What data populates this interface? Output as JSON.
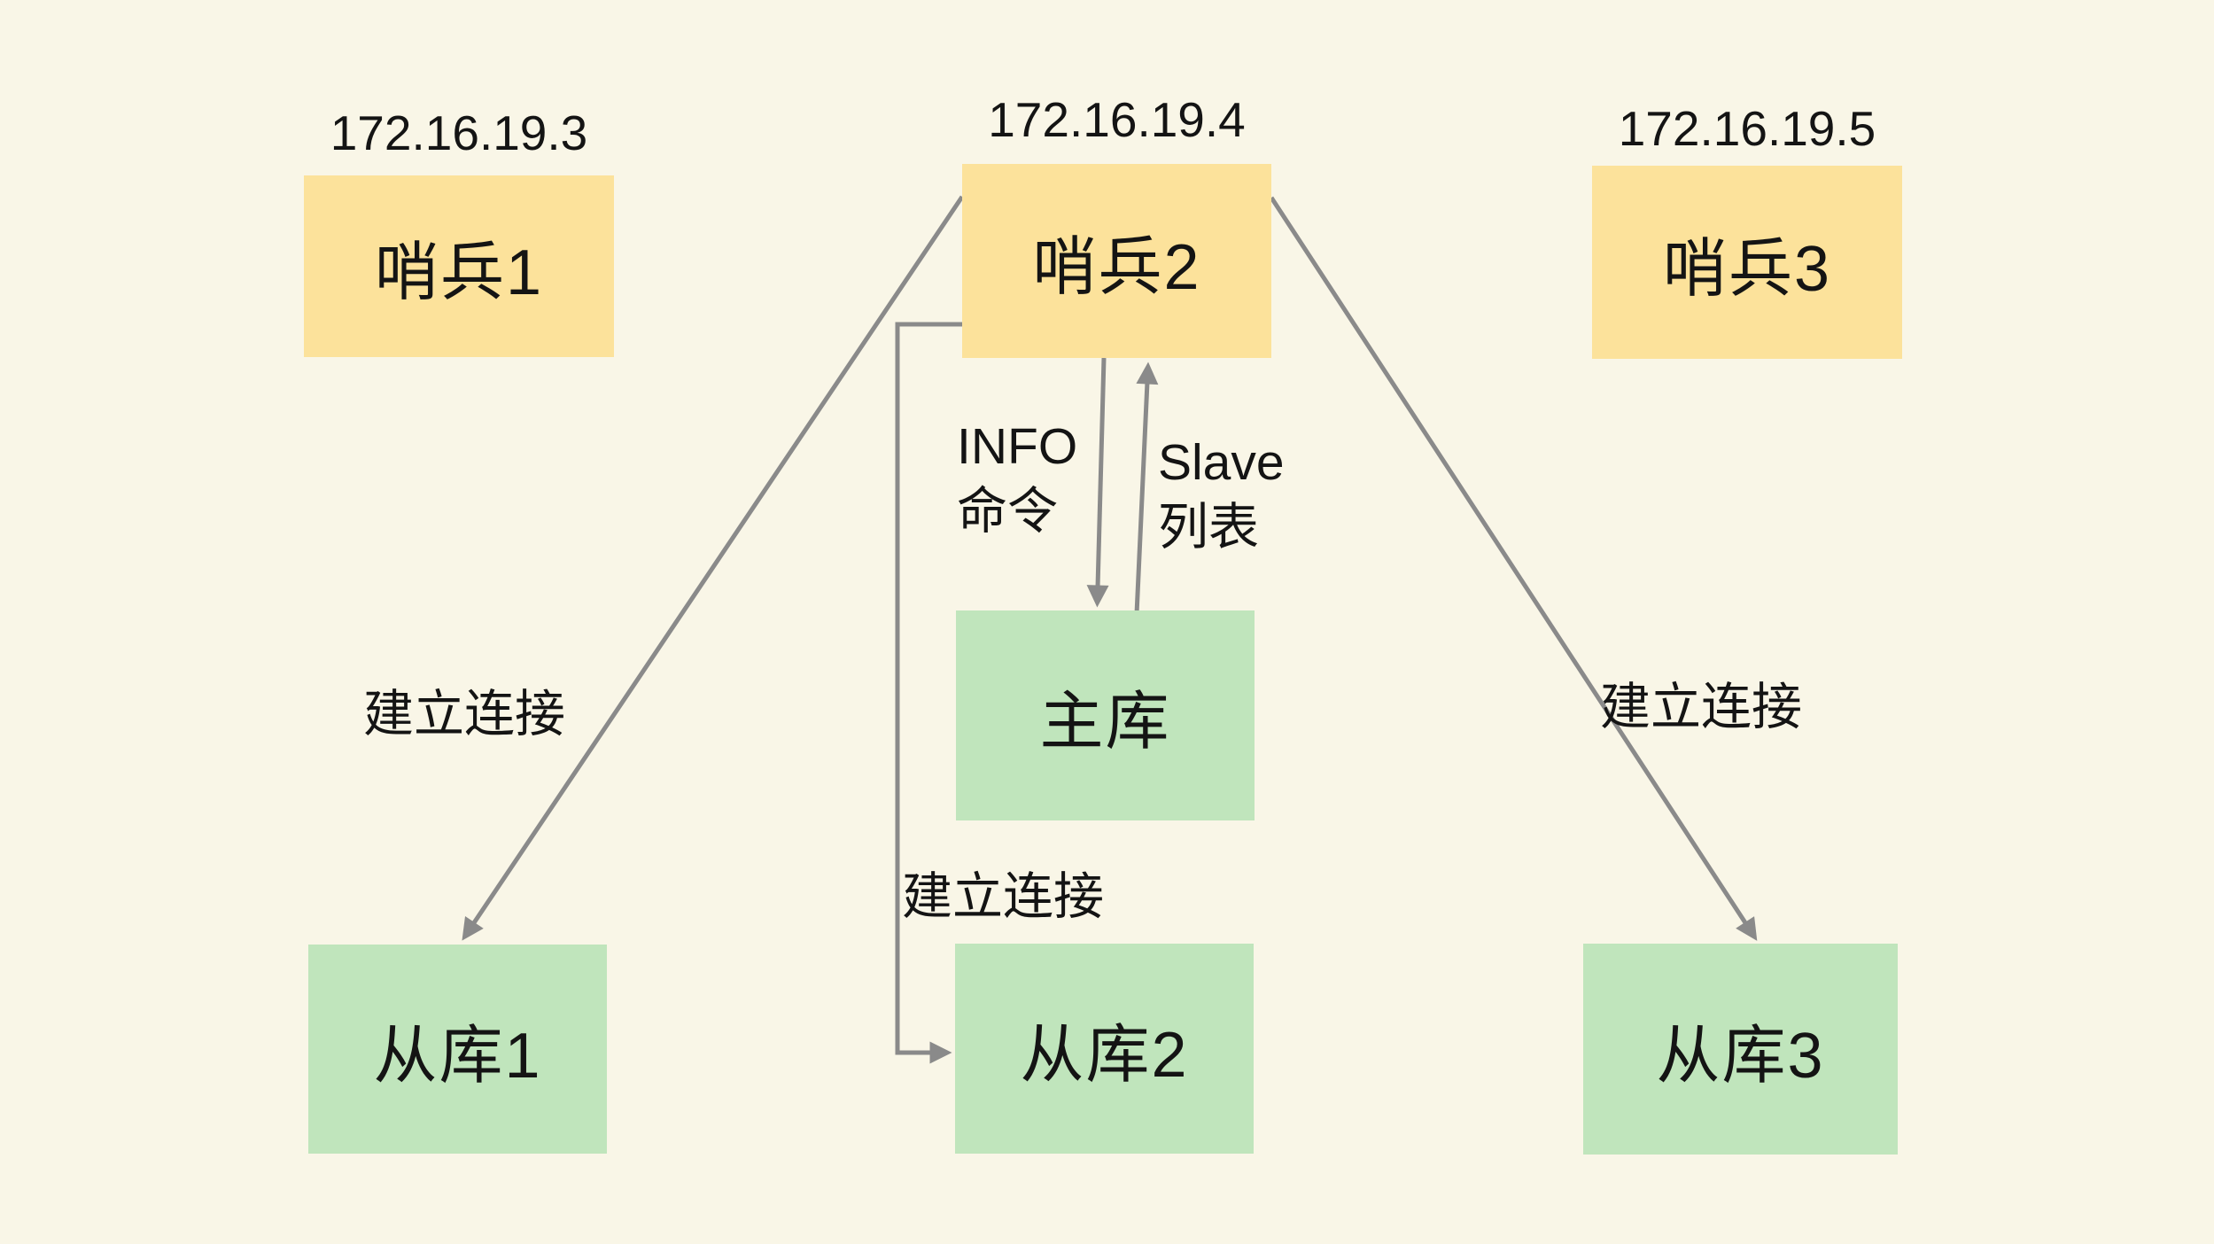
{
  "diagram": {
    "background_color": "#f9f6e7",
    "connector_color": "#8a8a8a",
    "node_colors": {
      "sentinel": "#fce29b",
      "database": "#c0e5bc"
    },
    "nodes": {
      "sentinel1": {
        "label": "哨兵1",
        "ip": "172.16.19.3"
      },
      "sentinel2": {
        "label": "哨兵2",
        "ip": "172.16.19.4"
      },
      "sentinel3": {
        "label": "哨兵3",
        "ip": "172.16.19.5"
      },
      "master": {
        "label": "主库"
      },
      "slave1": {
        "label": "从库1"
      },
      "slave2": {
        "label": "从库2"
      },
      "slave3": {
        "label": "从库3"
      }
    },
    "edge_labels": {
      "info_command": "INFO\n命令",
      "slave_list": "Slave\n列表",
      "connect_left": "建立连接",
      "connect_middle": "建立连接",
      "connect_right": "建立连接"
    }
  }
}
